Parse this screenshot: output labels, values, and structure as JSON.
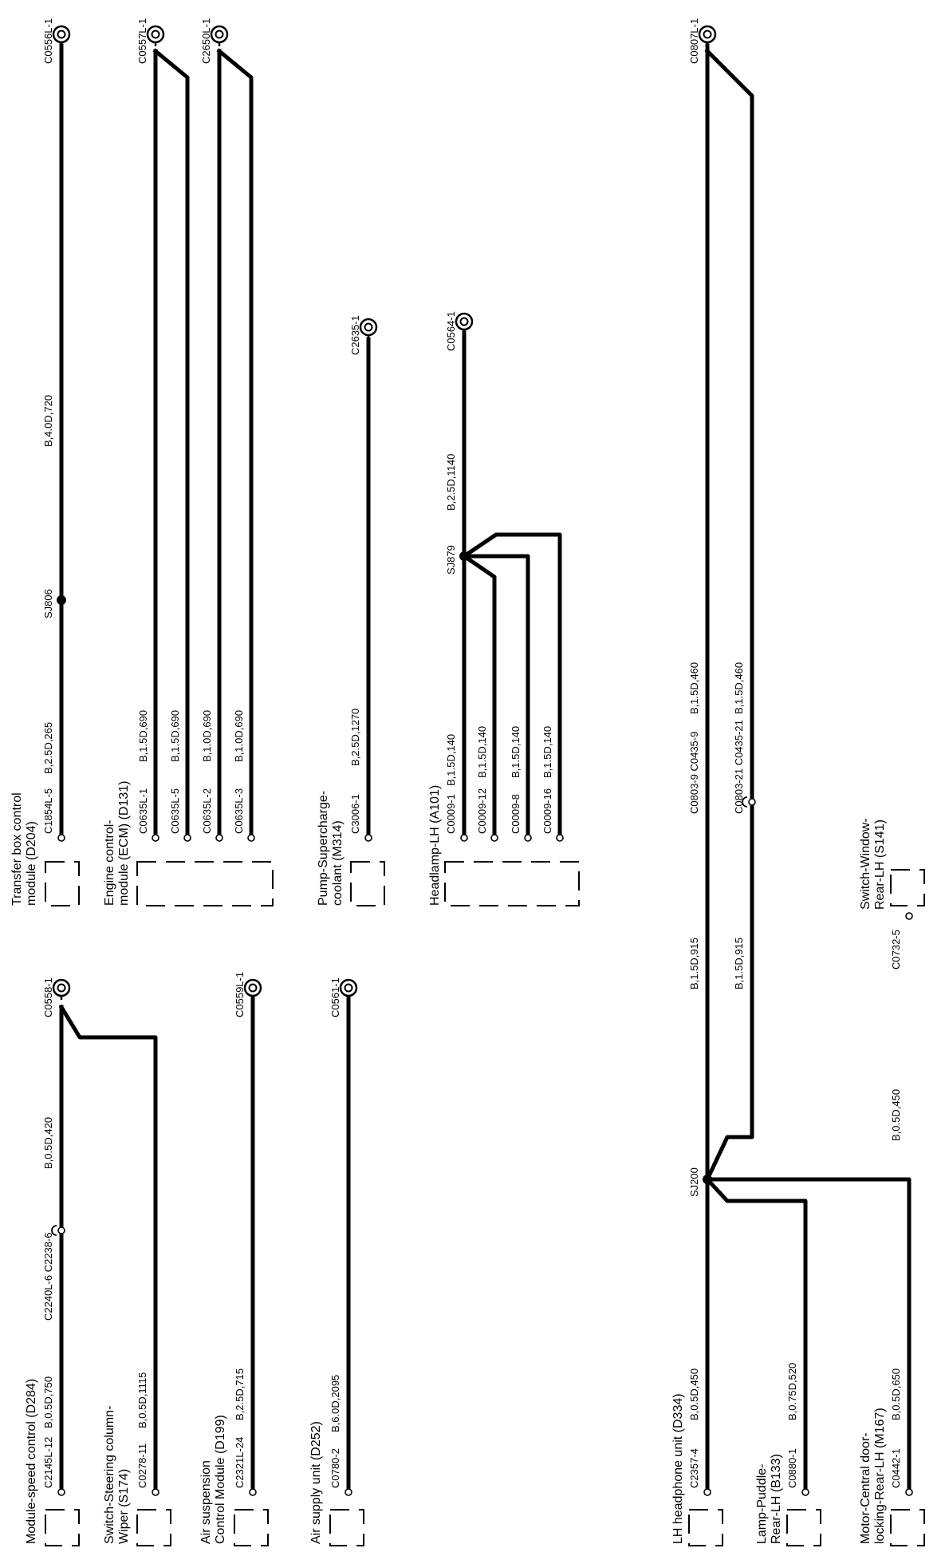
{
  "components": {
    "transfer_box": {
      "title1": "Transfer box control",
      "title2": "module (D204)",
      "conn": "C1854L-5",
      "wire": "B,2.5D,265",
      "splice": "SJ806",
      "wire2": "B,4.0D,720",
      "ground": "C0556L-1"
    },
    "engine": {
      "title1": "Engine control-",
      "title2": "module (ECM) (D131)",
      "conns": [
        "C0635L-1",
        "C0635L-5",
        "C0635L-2",
        "C0635L-3"
      ],
      "wires": [
        "B,1.5D,690",
        "B,1.5D,690",
        "B,1.0D,690",
        "B,1.0D,690"
      ],
      "grounds": [
        "C0557L-1",
        "C2650L-1"
      ]
    },
    "pump": {
      "title1": "Pump-Supercharge-",
      "title2": "coolant (M314)",
      "conn": "C3006-1",
      "wire": "B,2.5D,1270",
      "ground": "C2635-1"
    },
    "headlamp": {
      "title": "Headlamp-LH (A101)",
      "conns": [
        "C0009-1",
        "C0009-12",
        "C0009-8",
        "C0009-16"
      ],
      "wires": [
        "B,1.5D,140",
        "B,1.5D,140",
        "B,1.5D,140",
        "B,1.5D,140"
      ],
      "splice": "SJ879",
      "wire2": "B,2.5D,1140",
      "ground": "C0564-1"
    },
    "module_speed": {
      "title": "Module-speed control (D284)",
      "conn": "C2145L-12",
      "wire": "B,0.5D,750",
      "inline": "C2240L-6 C2238-6",
      "wire2": "B,0.5D,420",
      "ground": "C0558-1"
    },
    "switch_steering": {
      "title1": "Switch-Steering column-",
      "title2": "Wiper (S174)",
      "conn": "C0278-11",
      "wire": "B,0.5D,1115"
    },
    "air_susp": {
      "title1": "Air suspension",
      "title2": "Control Module (D199)",
      "conn": "C2321L-24",
      "wire": "B,2.5D,715",
      "ground": "C0559L-1"
    },
    "air_supply": {
      "title": "Air supply unit (D252)",
      "conn": "C0780-2",
      "wire": "B,6.0D,2095",
      "ground": "C0561-1"
    },
    "lh_headphone": {
      "title": "LH headphone unit (D334)",
      "conn": "C2357-4",
      "wire": "B,0.5D,450",
      "splice": "SJ200"
    },
    "lamp_puddle": {
      "title1": "Lamp-Puddle-",
      "title2": "Rear-LH (B133)",
      "conn": "C0880-1",
      "wire": "B,0.75D,520"
    },
    "motor_door": {
      "title1": "Motor-Central door-",
      "title2": "locking-Rear-LH (M167)",
      "conn": "C0442-1",
      "wire": "B,0.5D,650"
    },
    "sj200_branches": {
      "wire_a": "B,1.5D,915",
      "wire_b": "B,1.5D,915",
      "inline_a": "C0803-9 C0435-9",
      "inline_b": "C0803-21 C0435-21",
      "wire_a2": "B,1.5D,460",
      "wire_b2": "B,1.5D,460",
      "ground": "C0807L-1"
    },
    "switch_window": {
      "title1": "Switch-Window-",
      "title2": "Rear-LH (S141)",
      "conn": "C0732-5",
      "wire": "B,0.5D,450"
    }
  }
}
